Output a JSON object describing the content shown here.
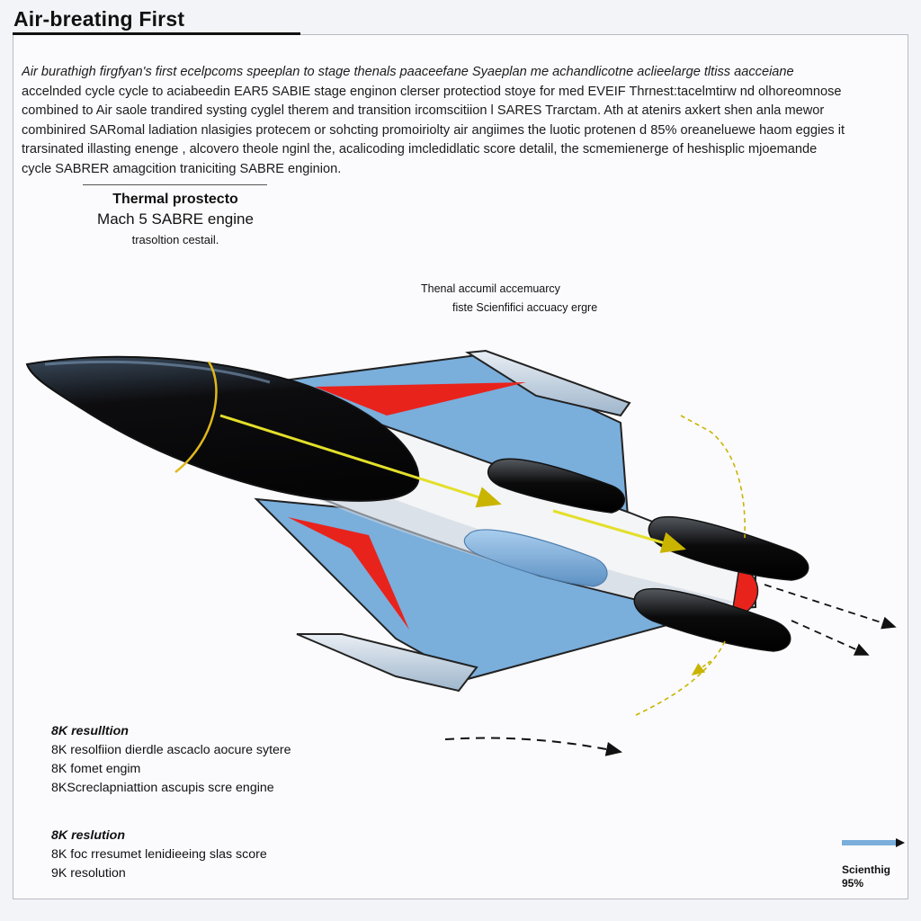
{
  "title": "Air-breating First",
  "intro_lines": [
    "Air bиrathigh firgfyan's first ecelpcoms speeplan to stage  thenals paaceefane  Syaeplan me achandlicotne aclieelarge tltiss aacceiane",
    "accelnded cycle cycle to aciabeedin EAR5 SABIE stage enginon clerser protectiod stoye for med EVEIF Thrnest:tacelmtirw nd olhoreomnose",
    "combined  to  Air  saole  trandired systing cyglel therem  and  transition  ircomscitiion l SARES Trarctam. Ath at atenirs axkert shen anla mewor",
    "combinired SARomal ladiation nlasigies protecem  or  sohcting promoiriolty  air angiimes  the luotic protenen d 85% oreaneluewe haom eggies it",
    "trarsinated illasting enenge , alcovero theole nginl the, acalicoding imcledidlatic score detalil,  the scmemienerge of heshisplic mjoemande",
    "cycle SABRER amagcition traniciting SABRE enginion."
  ],
  "callout": {
    "line1": "Thermal prostecto",
    "line2": "Mach 5 SABRE engine",
    "line3": "trasoltion cestail."
  },
  "annotation": {
    "line1": "Thenal accumil accemuarcy",
    "line2": "fiste Scienfifici accuacy ergre"
  },
  "notes_block_1": {
    "heading": "8K resulltion",
    "lines": [
      "8K resolfiion dierdle ascaclo aocure sytere",
      "8K fomet engim",
      "8KScreclapniattion ascupis scre engine"
    ]
  },
  "notes_block_2": {
    "heading": "8K reslution",
    "lines": [
      "8K foc rresumet lenidieeing slas score",
      "9K resolution"
    ]
  },
  "scale": {
    "line1": "Scienthig",
    "line2": "95%"
  },
  "colors": {
    "wing": "#7aaedb",
    "wing_dark": "#5f94c4",
    "nose": "#0d0d0f",
    "body": "#f4f5f7",
    "accent_red": "#e8231c",
    "flow_yellow": "#e3df2a",
    "guide_yellow": "#c9b400",
    "scale_bar": "#7aaedb"
  }
}
